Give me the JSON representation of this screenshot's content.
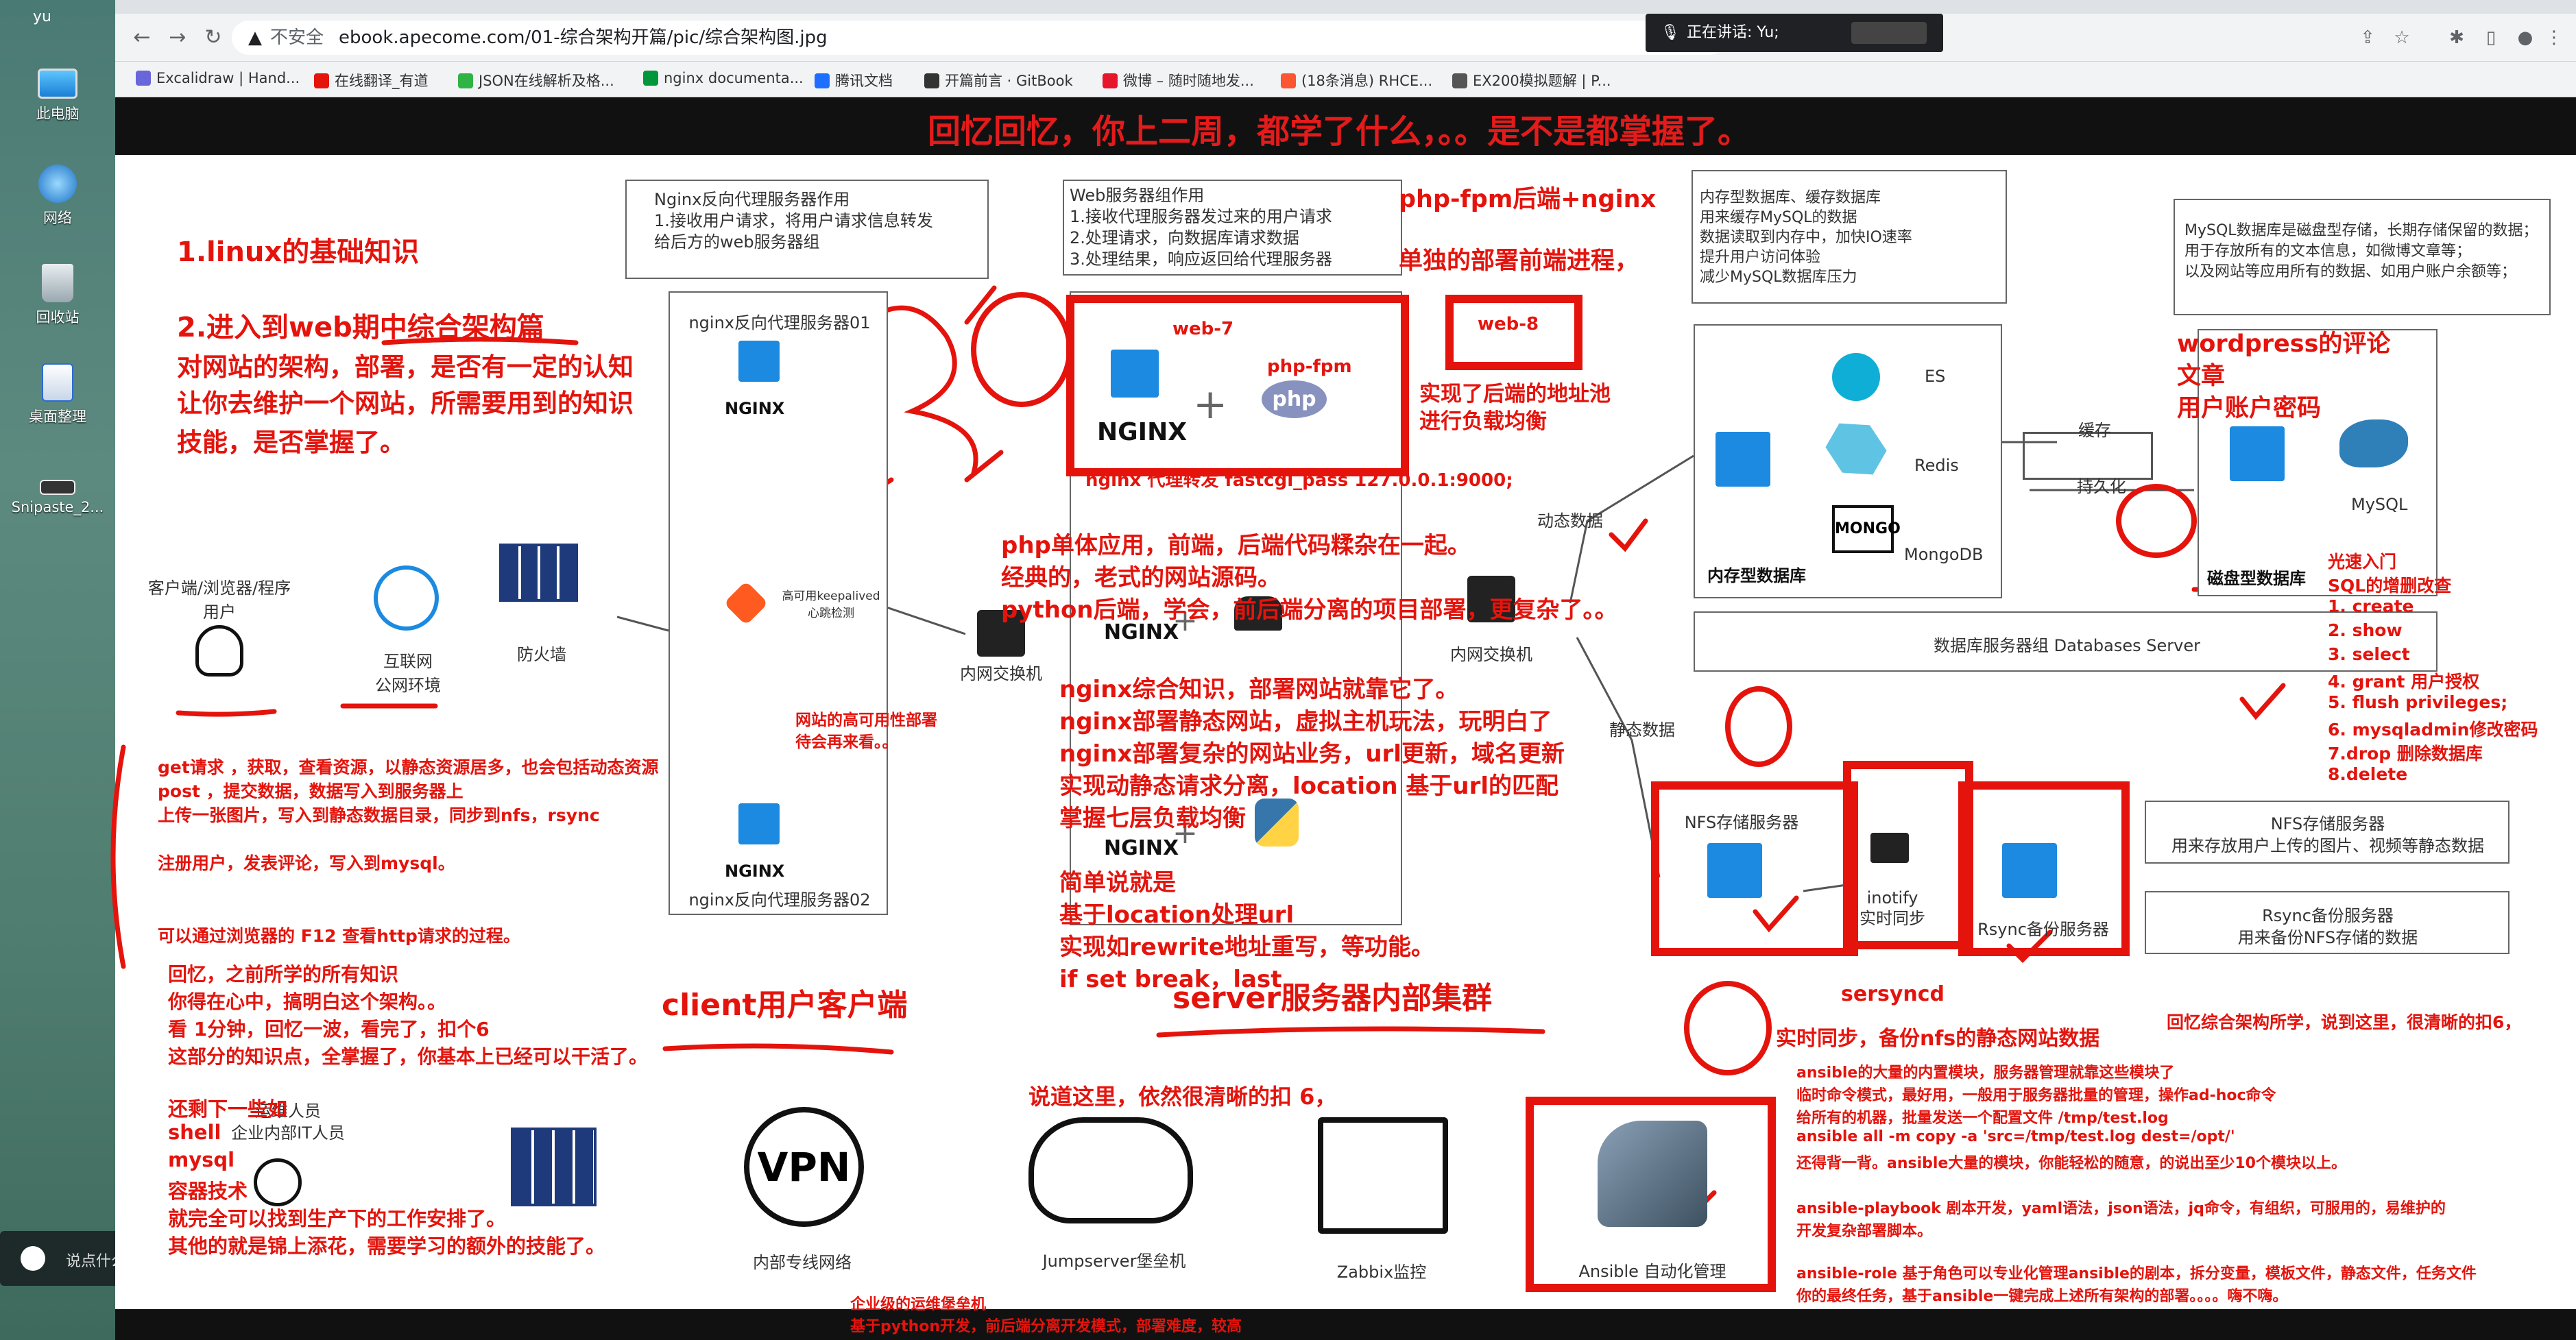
{
  "desktop": {
    "user_label": "yu",
    "icons": [
      {
        "label": "此电脑",
        "icon": "computer-icon"
      },
      {
        "label": "网络",
        "icon": "network-icon"
      },
      {
        "label": "回收站",
        "icon": "recycle-bin-icon"
      },
      {
        "label": "桌面整理",
        "icon": "desktop-organize-icon"
      },
      {
        "label": "Snipaste_2...",
        "icon": "snipaste-icon"
      }
    ],
    "chat_widget_label": "说点什么..."
  },
  "browser": {
    "url_insecure": "不安全",
    "url": "ebook.apecome.com/01-综合架构开篇/pic/综合架构图.jpg",
    "speech_indicator": "正在讲话: Yu;",
    "bookmarks": [
      {
        "label": "Excalidraw | Hand...",
        "color": "#6965db"
      },
      {
        "label": "在线翻译_有道",
        "color": "#e4140d"
      },
      {
        "label": "JSON在线解析及格...",
        "color": "#2fb344"
      },
      {
        "label": "nginx documenta...",
        "color": "#009639"
      },
      {
        "label": "腾讯文档",
        "color": "#1e6fff"
      },
      {
        "label": "开篇前言 · GitBook",
        "color": "#333333"
      },
      {
        "label": "微博 – 随时随地发...",
        "color": "#e6162d"
      },
      {
        "label": "(18条消息) RHCE...",
        "color": "#fc5531"
      },
      {
        "label": "EX200模拟题解 | P...",
        "color": "#555555"
      }
    ]
  },
  "diagram": {
    "banner": "回忆回忆，你上二周，都学了什么，。。是不是都掌握了。",
    "proxy_box": {
      "title": "Nginx反向代理服务器作用",
      "lines": [
        "1.接收用户请求，将用户请求信息转发",
        "给后方的web服务器组"
      ]
    },
    "web_box": {
      "title": "Web服务器组作用",
      "lines": [
        "1.接收代理服务器发过来的用户请求",
        "2.处理请求，向数据库请求数据",
        "3.处理结果，响应返回给代理服务器"
      ]
    },
    "memdb_box": {
      "lines": [
        "内存型数据库、缓存数据库",
        "用来缓存MySQL的数据",
        "数据读取到内存中，加快IO速率",
        "提升用户访问体验",
        "减少MySQL数据库压力"
      ]
    },
    "mysql_box": {
      "lines": [
        "MySQL数据库是磁盘型存储，长期存储保留的数据；",
        "用于存放所有的文本信息，如微博文章等；",
        "以及网站等应用所有的数据、如用户账户余额等；"
      ]
    },
    "nginx01": "nginx反向代理服务器01",
    "nginx02": "nginx反向代理服务器02",
    "keepalived": "高可用keepalived\n心跳检测",
    "client_label": "客户端/浏览器/程序\n用户",
    "internet_label": "互联网\n公网环境",
    "firewall_label": "防火墙",
    "switch1_label": "内网交换机",
    "switch2_label": "内网交换机",
    "dynamic_label": "动态数据",
    "static_label": "静态数据",
    "es_label": "ES",
    "redis_label": "Redis",
    "mongo_label": "MongoDB",
    "memdb_label": "内存型数据库",
    "cache_label": "缓存",
    "persist_label": "持久化",
    "mysql_label": "MySQL",
    "diskdb_label": "磁盘型数据库",
    "dbgroup_label": "数据库服务器组 Databases Server",
    "nfs_label": "NFS存储服务器",
    "inotify_label": "inotify\n实时同步",
    "rsync_label": "Rsync备份服务器",
    "nfs_desc_title": "NFS存储服务器",
    "nfs_desc": "用来存放用户上传的图片、视频等静态数据",
    "rsync_desc_title": "Rsync备份服务器",
    "rsync_desc": "用来备份NFS存储的数据",
    "ops_label": "运维人员\n企业内部IT人员",
    "vpn_label": "内部专线网络",
    "vpn_text": "VPN",
    "jumpserver_label": "Jumpserver堡垒机",
    "zabbix_label": "Zabbix监控",
    "ansible_label": "Ansible 自动化管理",
    "nginx_word": "NGINX",
    "php_word": "php",
    "mongo_word": "MONGO"
  },
  "notes": {
    "n1": "1.linux的基础知识",
    "n2": "2.进入到web期中综合架构篇",
    "n3": "对网站的架构，部署，是否有一定的认知",
    "n4": "让你去维护一个网站，所需要用到的知识",
    "n5": "技能，是否掌握了。",
    "web7": "web-7",
    "phpfpm": "php-fpm",
    "web8": "web-8",
    "fastcgi": "nginx 代理转发 fastcgi_pass 127.0.0.1:9000;",
    "phpfpm_title": "php-fpm后端+nginx",
    "deploy": "单独的部署前端进程，",
    "pool": "实现了后端的地址池\n进行负载均衡",
    "php1": "php单体应用，前端，后端代码糅杂在一起。",
    "php2": "经典的，老式的网站源码。",
    "php3": "python后端，学会，前后端分离的项目部署，更复杂了。。",
    "ng1": "nginx综合知识，部署网站就靠它了。",
    "ng2": "nginx部署静态网站，虚拟主机玩法，玩明白了",
    "ng3": "nginx部署复杂的网站业务，url更新，域名更新",
    "ng4": "实现动静态请求分离，location 基于url的匹配",
    "ng5": "掌握七层负载均衡",
    "ng6": "简单说就是",
    "ng7": "基于location处理url",
    "ng8": "实现如rewrite地址重写，等功能。",
    "ng9": "if  set  break，last",
    "server_cluster": "server服务器内部集群",
    "client_title": "client用户客户端",
    "ha": "网站的高可用性部署\n待会再来看。。",
    "get1": "get请求 ，获取，查看资源，以静态资源居多，也会包括动态资源",
    "get2": "post ，提交数据，数据写入到服务器上",
    "get3": "上传一张图片，写入到静态数据目录，同步到nfs，rsync",
    "get4": "注册用户，发表评论，写入到mysql。",
    "get5": "可以通过浏览器的 F12 查看http请求的过程。",
    "rec1": "回忆，之前所学的所有知识",
    "rec2": "你得在心中，搞明白这个架构。。",
    "rec3": "看 1分钟，回忆一波，看完了，扣个6",
    "rec4": "这部分的知识点，全掌握了，你基本上已经可以干活了。",
    "left1": "还剩下一些如",
    "left2": "shell",
    "left3": "mysql",
    "left4": "容器技术",
    "left5": "就完全可以找到生产下的工作安排了。",
    "left6": "其他的就是锦上添花，需要学习的额外的技能了。",
    "clear6": "说道这里，依然很清晰的扣 6，",
    "bastion1": "企业级的运维堡垒机",
    "bastion2": "基于python开发，前后端分离开发模式，部署难度，较高",
    "wp1": "wordpress的评论",
    "wp2": "文章",
    "wp3": "用户账户密码",
    "sql0": "光速入门",
    "sql1": "SQL的增删改查",
    "sql2": "1. create",
    "sql3": "2. show",
    "sql4": "3. select",
    "sql5": "4. grant 用户授权",
    "sql6": "5. flush privileges;",
    "sql7": "6. mysqladmin修改密码",
    "sql8": "7.drop 删除数据库",
    "sql9": "8.delete",
    "sersync": "sersyncd",
    "sync": "实时同步，备份nfs的静态网站数据",
    "recall6": "回忆综合架构所学，说到这里，很清晰的扣6，",
    "an1": "ansible的大量的内置模块，服务器管理就靠这些模块了",
    "an2": "临时命令模式，最好用，一般用于服务器批量的管理，操作ad-hoc命令",
    "an3": "给所有的机器，批量发送一个配置文件   /tmp/test.log",
    "an4": "ansible all -m copy -a 'src=/tmp/test.log  dest=/opt/'",
    "an5": "还得背一背。ansible大量的模块，你能轻松的随意，的说出至少10个模块以上。",
    "an6": "ansible-playbook 剧本开发，yaml语法，json语法，jq命令，有组织，可服用的，易维护的",
    "an7": "开发复杂部署脚本。",
    "an8": "ansible-role 基于角色可以专业化管理ansible的剧本，拆分变量，模板文件，静态文件，任务文件",
    "an9": "你的最终任务，基于ansible一键完成上述所有架构的部署。。。。嗨不嗨。"
  },
  "colors": {
    "annotation": "#e4140d",
    "nginx_green": "#009639",
    "icon_blue": "#1b8ae0",
    "banner_bg": "#111111"
  }
}
